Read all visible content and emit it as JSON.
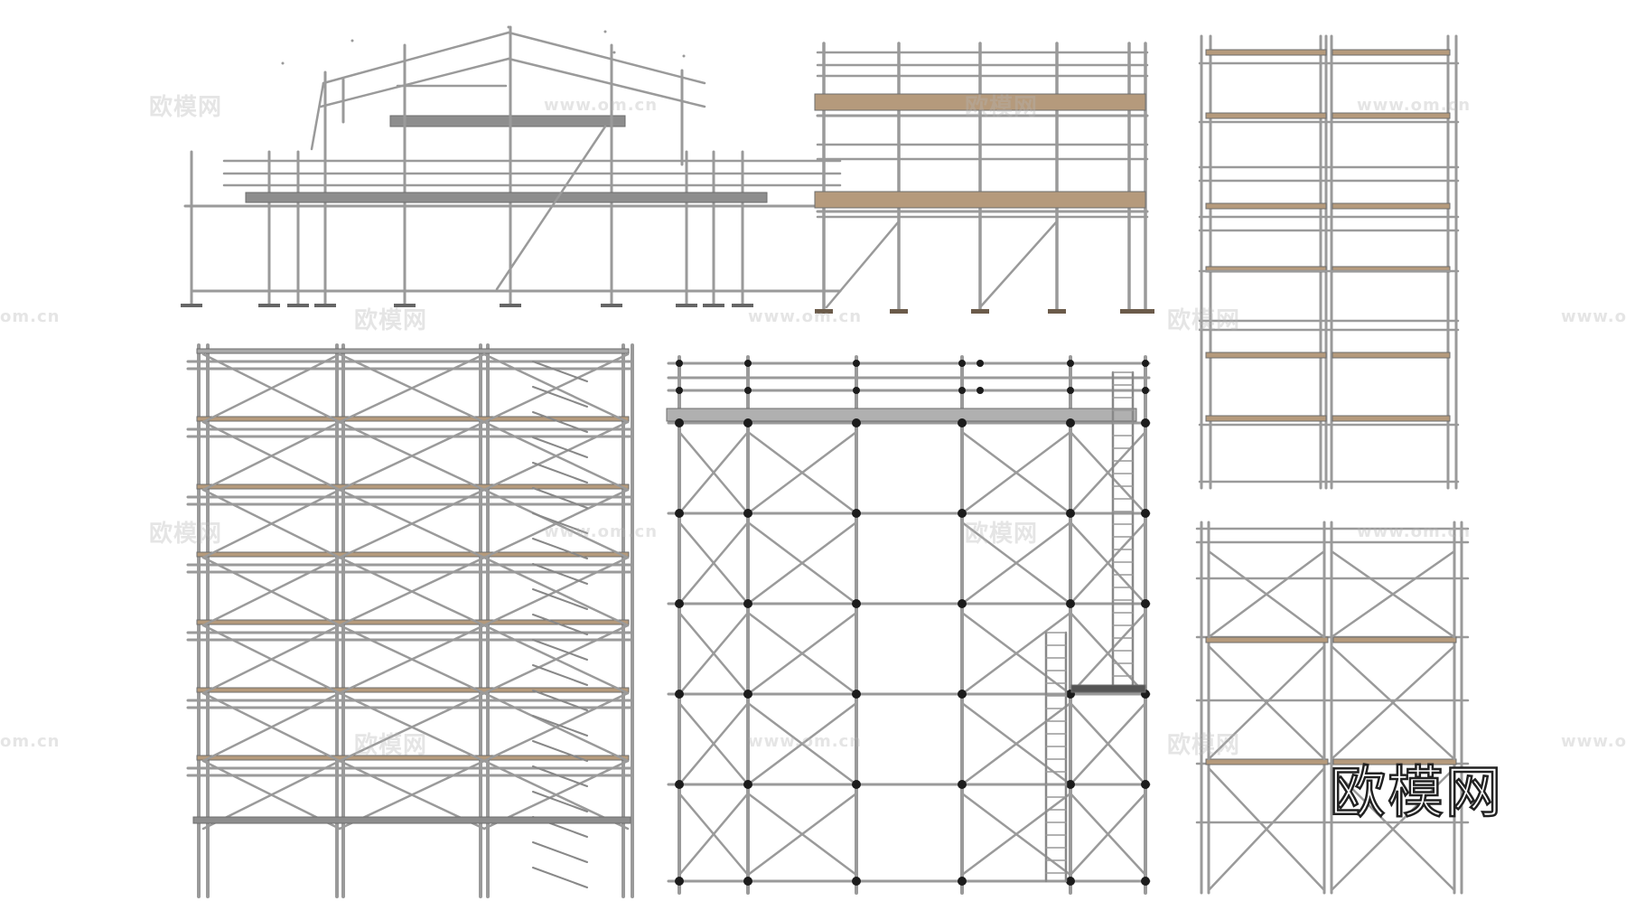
{
  "logo_text": "欧模网",
  "watermark_logo": "欧模网",
  "watermark_url": "www.om.cn",
  "watermark_url_short": "om.cn",
  "colors": {
    "pipe": "#9a9a9a",
    "pipe_dark": "#7d7d7d",
    "plank_wood": "#b59a7c",
    "plank_grey": "#8d8d8d",
    "coupler": "#1c1c1c",
    "background": "#ffffff"
  },
  "objects": [
    "scaffold-with-roof-frame",
    "scaffold-with-wooden-decks",
    "tall-double-bay-shelf-scaffold",
    "frame-scaffold-with-stairs",
    "ringlock-scaffold-with-ladder",
    "short-double-bay-frame-scaffold"
  ]
}
